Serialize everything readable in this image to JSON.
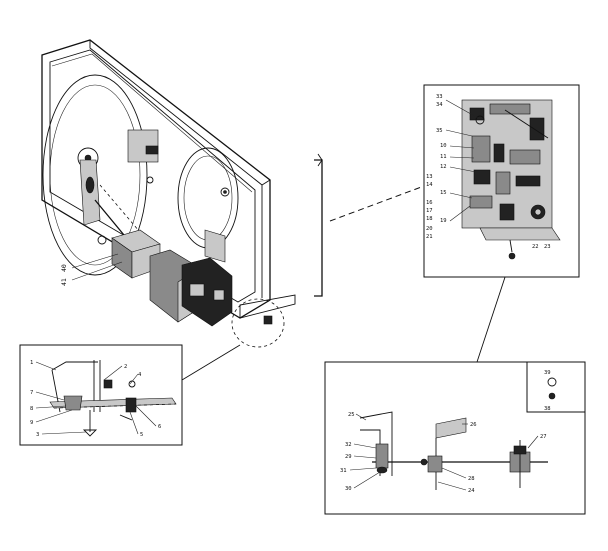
{
  "labels": {
    "main": [
      "40",
      "41"
    ],
    "controls": [
      "33",
      "34",
      "35",
      "10",
      "11",
      "12",
      "13",
      "14",
      "15",
      "16",
      "17",
      "18",
      "19",
      "20",
      "21",
      "22",
      "23"
    ],
    "door": [
      "1",
      "2",
      "4",
      "7",
      "8",
      "9",
      "3",
      "5",
      "6"
    ],
    "hinge": [
      "25",
      "26",
      "32",
      "29",
      "31",
      "30",
      "28",
      "24",
      "27",
      "39",
      "38"
    ]
  }
}
